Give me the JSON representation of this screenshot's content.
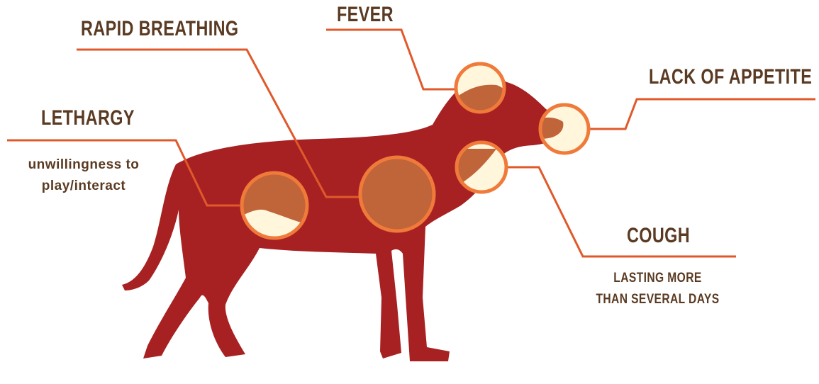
{
  "colors": {
    "dog": "#a82122",
    "callout_line": "#e0592a",
    "circle_ring": "#f07a3a",
    "circle_fill": "#c0643a",
    "cream": "#fff6dc",
    "text": "#5a3a22",
    "background": "#ffffff"
  },
  "labels": {
    "rapid_breathing": "RAPID BREATHING",
    "fever": "FEVER",
    "lack_of_appetite": "LACK OF APPETITE",
    "lethargy": "LETHARGY",
    "lethargy_note_line1": "unwillingness to",
    "lethargy_note_line2": "play/interact",
    "cough": "COUGH",
    "cough_note_line1": "LASTING MORE",
    "cough_note_line2": "THAN SEVERAL DAYS"
  }
}
